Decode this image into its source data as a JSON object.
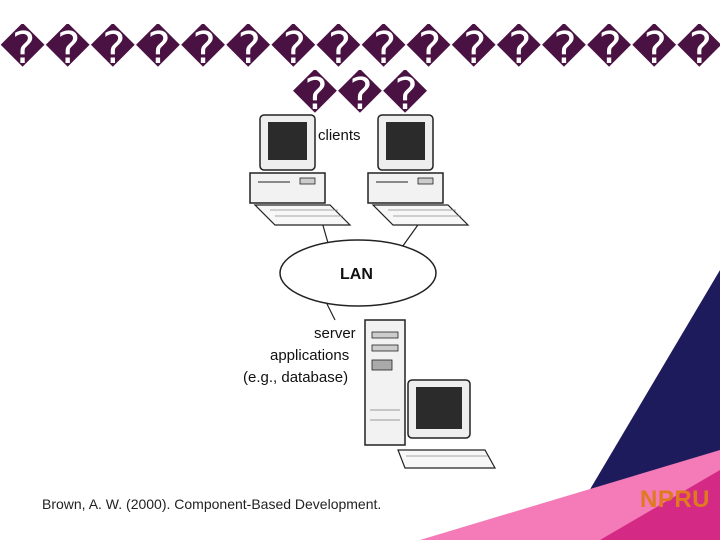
{
  "title": {
    "line1": "����������������",
    "line2": "���"
  },
  "diagram": {
    "clients_label": "clients",
    "lan_label": "LAN",
    "server_label_1": "server",
    "server_label_2": "applications",
    "server_label_3": "(e.g., database)"
  },
  "citation": "Brown, A. W. (2000). Component-Based Development.",
  "logo": "NPRU",
  "colors": {
    "title": "#4a1242",
    "corner_navy": "#1e1b5c",
    "corner_pink": "#f47ab8",
    "corner_magenta": "#d42a86",
    "logo": "#e07a1e"
  }
}
